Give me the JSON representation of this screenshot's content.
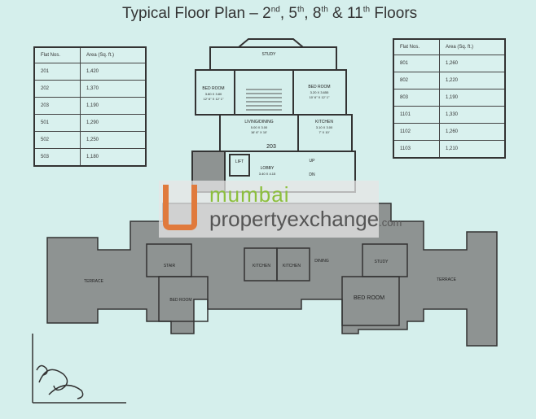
{
  "title": {
    "main": "Typical Floor Plan – 2",
    "s1": "nd",
    "t1": ", 5",
    "s2": "th",
    "t2": ", 8",
    "s3": "th",
    "t3": " & 11",
    "s4": "th",
    "t4": " Floors"
  },
  "left_table": {
    "headers": [
      "Flat Nos.",
      "Area (Sq. ft.)"
    ],
    "rows": [
      [
        "201",
        "1,420"
      ],
      [
        "202",
        "1,370"
      ],
      [
        "203",
        "1,190"
      ],
      [
        "501",
        "1,290"
      ],
      [
        "502",
        "1,250"
      ],
      [
        "503",
        "1,180"
      ]
    ]
  },
  "right_table": {
    "headers": [
      "Flat Nos.",
      "Area (Sq. ft.)"
    ],
    "rows": [
      [
        "801",
        "1,260"
      ],
      [
        "802",
        "1,220"
      ],
      [
        "803",
        "1,190"
      ],
      [
        "1101",
        "1,330"
      ],
      [
        "1102",
        "1,260"
      ],
      [
        "1103",
        "1,210"
      ]
    ]
  },
  "plan": {
    "study": "STUDY",
    "bed_left": {
      "name": "BED ROOM",
      "dim1": "3.80 X 3.80",
      "dim2": "12' 6\" X 12' 1\""
    },
    "bed_right": {
      "name": "BED ROOM",
      "dim1": "3.20 X 3.655",
      "dim2": "10' 6\" X 12' 1\""
    },
    "living": {
      "name": "LIVING/DINING",
      "dim1": "5.00 X 3.00",
      "dim2": "16' 6\" X 10'"
    },
    "kitchen": {
      "name": "KITCHEN",
      "dim1": "3.10 X 3.00",
      "dim2": "7' X 10'"
    },
    "flat_no": "203",
    "lift": "LIFT",
    "lobby": {
      "name": "LOBBY",
      "dim1": "3.40 X 4.15"
    },
    "up": "UP",
    "dn": "DN",
    "terrace_left": "TERRACE",
    "terrace_right": "TERRACE",
    "stair": "STAIR",
    "kitchen_a": "KITCHEN",
    "kitchen_b": "KITCHEN",
    "dining": "DINING",
    "study_right": "STUDY",
    "bed_bottom_left": "BED ROOM",
    "bed_bottom_right": "BED ROOM"
  },
  "watermark": {
    "line1": "mumbai",
    "line2": "propertyexchange",
    "suffix": ".com"
  },
  "colors": {
    "background": "#d5efec",
    "plan_fill": "#8e9392",
    "wall": "#333333",
    "logo_orange": "#e07a3c",
    "logo_green": "#8cbf3c"
  }
}
